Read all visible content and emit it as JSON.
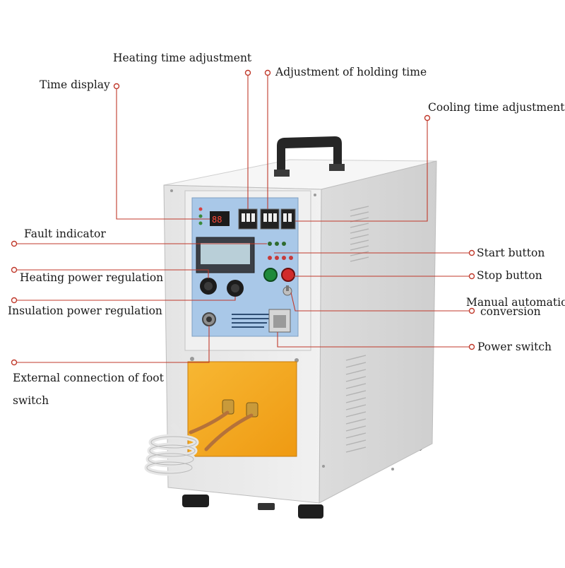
{
  "labels": {
    "heating_time": "Heating time adjustment",
    "holding_time": "Adjustment of holding time",
    "time_display": "Time display",
    "cooling_time": "Cooling time adjustment",
    "fault_indicator": "Fault indicator",
    "start_button": "Start button",
    "heating_power": "Heating power regulation",
    "stop_button": "Stop button",
    "insulation_power": "Insulation power regulation",
    "manual_auto_line1": "Manual automatic",
    "manual_auto_line2": "conversion",
    "power_switch": "Power switch",
    "foot_switch_line1": "External connection of foot",
    "foot_switch_line2": "switch"
  },
  "colors": {
    "leader": "#c0392b",
    "body": "#e9e9e9",
    "side": "#d6d6d6",
    "panel": "#a9c8e8",
    "coil_cover": "#f4a81b",
    "coil": "#eeeeee",
    "handle": "#2a2a2a"
  }
}
